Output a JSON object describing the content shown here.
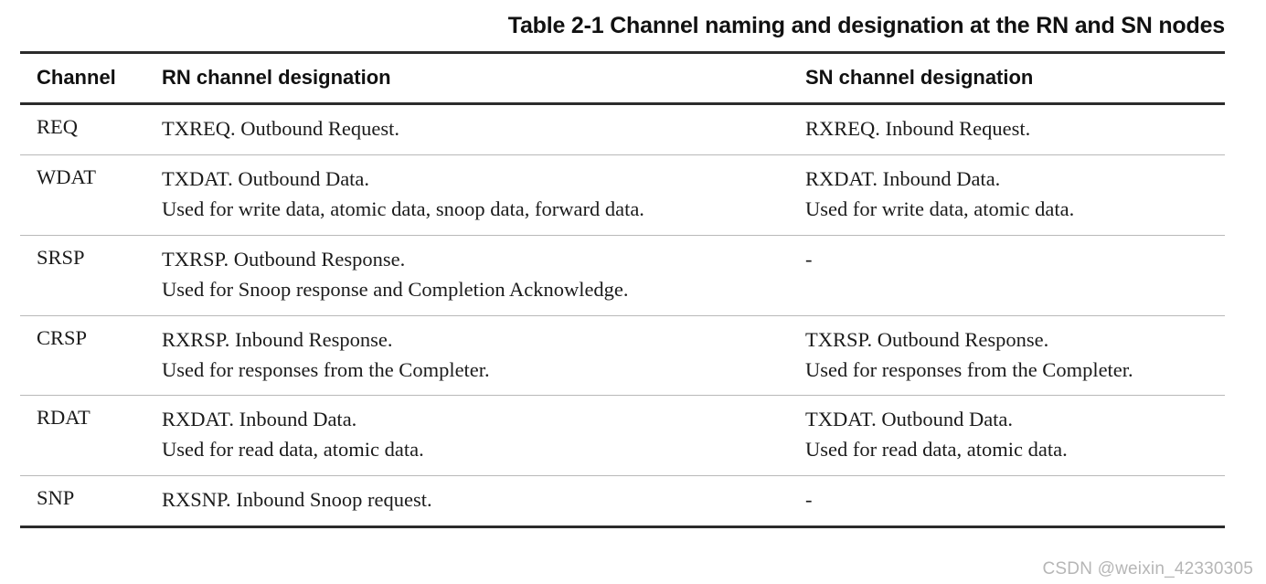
{
  "document": {
    "title": "Table 2-1 Channel naming and designation at the RN and SN nodes",
    "watermark": "CSDN @weixin_42330305"
  },
  "colors": {
    "text": "#1b1b1b",
    "heading": "#111111",
    "rule_major": "#2b2b2b",
    "rule_minor": "#b9b9b9",
    "watermark": "#b6b6b6",
    "background": "#ffffff"
  },
  "table": {
    "headers": {
      "channel": "Channel",
      "rn": "RN channel designation",
      "sn": "SN channel designation"
    },
    "rows": [
      {
        "channel": "REQ",
        "rn": [
          "TXREQ. Outbound Request."
        ],
        "sn": [
          "RXREQ. Inbound Request."
        ]
      },
      {
        "channel": "WDAT",
        "rn": [
          "TXDAT. Outbound Data.",
          "Used for write data, atomic data, snoop data, forward data."
        ],
        "sn": [
          "RXDAT. Inbound Data.",
          "Used for write data, atomic data."
        ]
      },
      {
        "channel": "SRSP",
        "rn": [
          "TXRSP. Outbound Response.",
          "Used for Snoop response and Completion Acknowledge."
        ],
        "sn": [
          "-"
        ]
      },
      {
        "channel": "CRSP",
        "rn": [
          "RXRSP. Inbound Response.",
          "Used for responses from the Completer."
        ],
        "sn": [
          "TXRSP. Outbound Response.",
          "Used for responses from the Completer."
        ]
      },
      {
        "channel": "RDAT",
        "rn": [
          "RXDAT. Inbound Data.",
          "Used for read data, atomic data."
        ],
        "sn": [
          "TXDAT. Outbound Data.",
          "Used for read data, atomic data."
        ]
      },
      {
        "channel": "SNP",
        "rn": [
          "RXSNP. Inbound Snoop request."
        ],
        "sn": [
          "-"
        ]
      }
    ]
  }
}
